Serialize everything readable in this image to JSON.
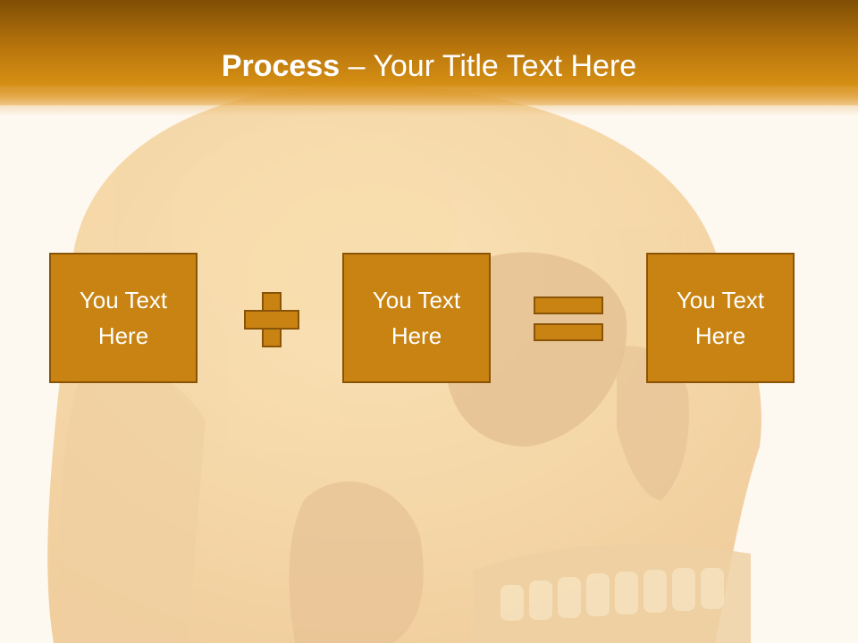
{
  "header": {
    "title_bold": "Process",
    "title_rest": " – Your Title Text Here"
  },
  "process": {
    "box1": "You Text Here",
    "box2": "You Text Here",
    "box3": "You Text Here"
  },
  "colors": {
    "accent": "#c88312",
    "accent_border": "#8a5407",
    "header_dark": "#7f4e05",
    "background": "#fdf8f0"
  },
  "icons": {
    "background": "skull-image",
    "operator1": "plus-icon",
    "operator2": "equals-icon"
  }
}
